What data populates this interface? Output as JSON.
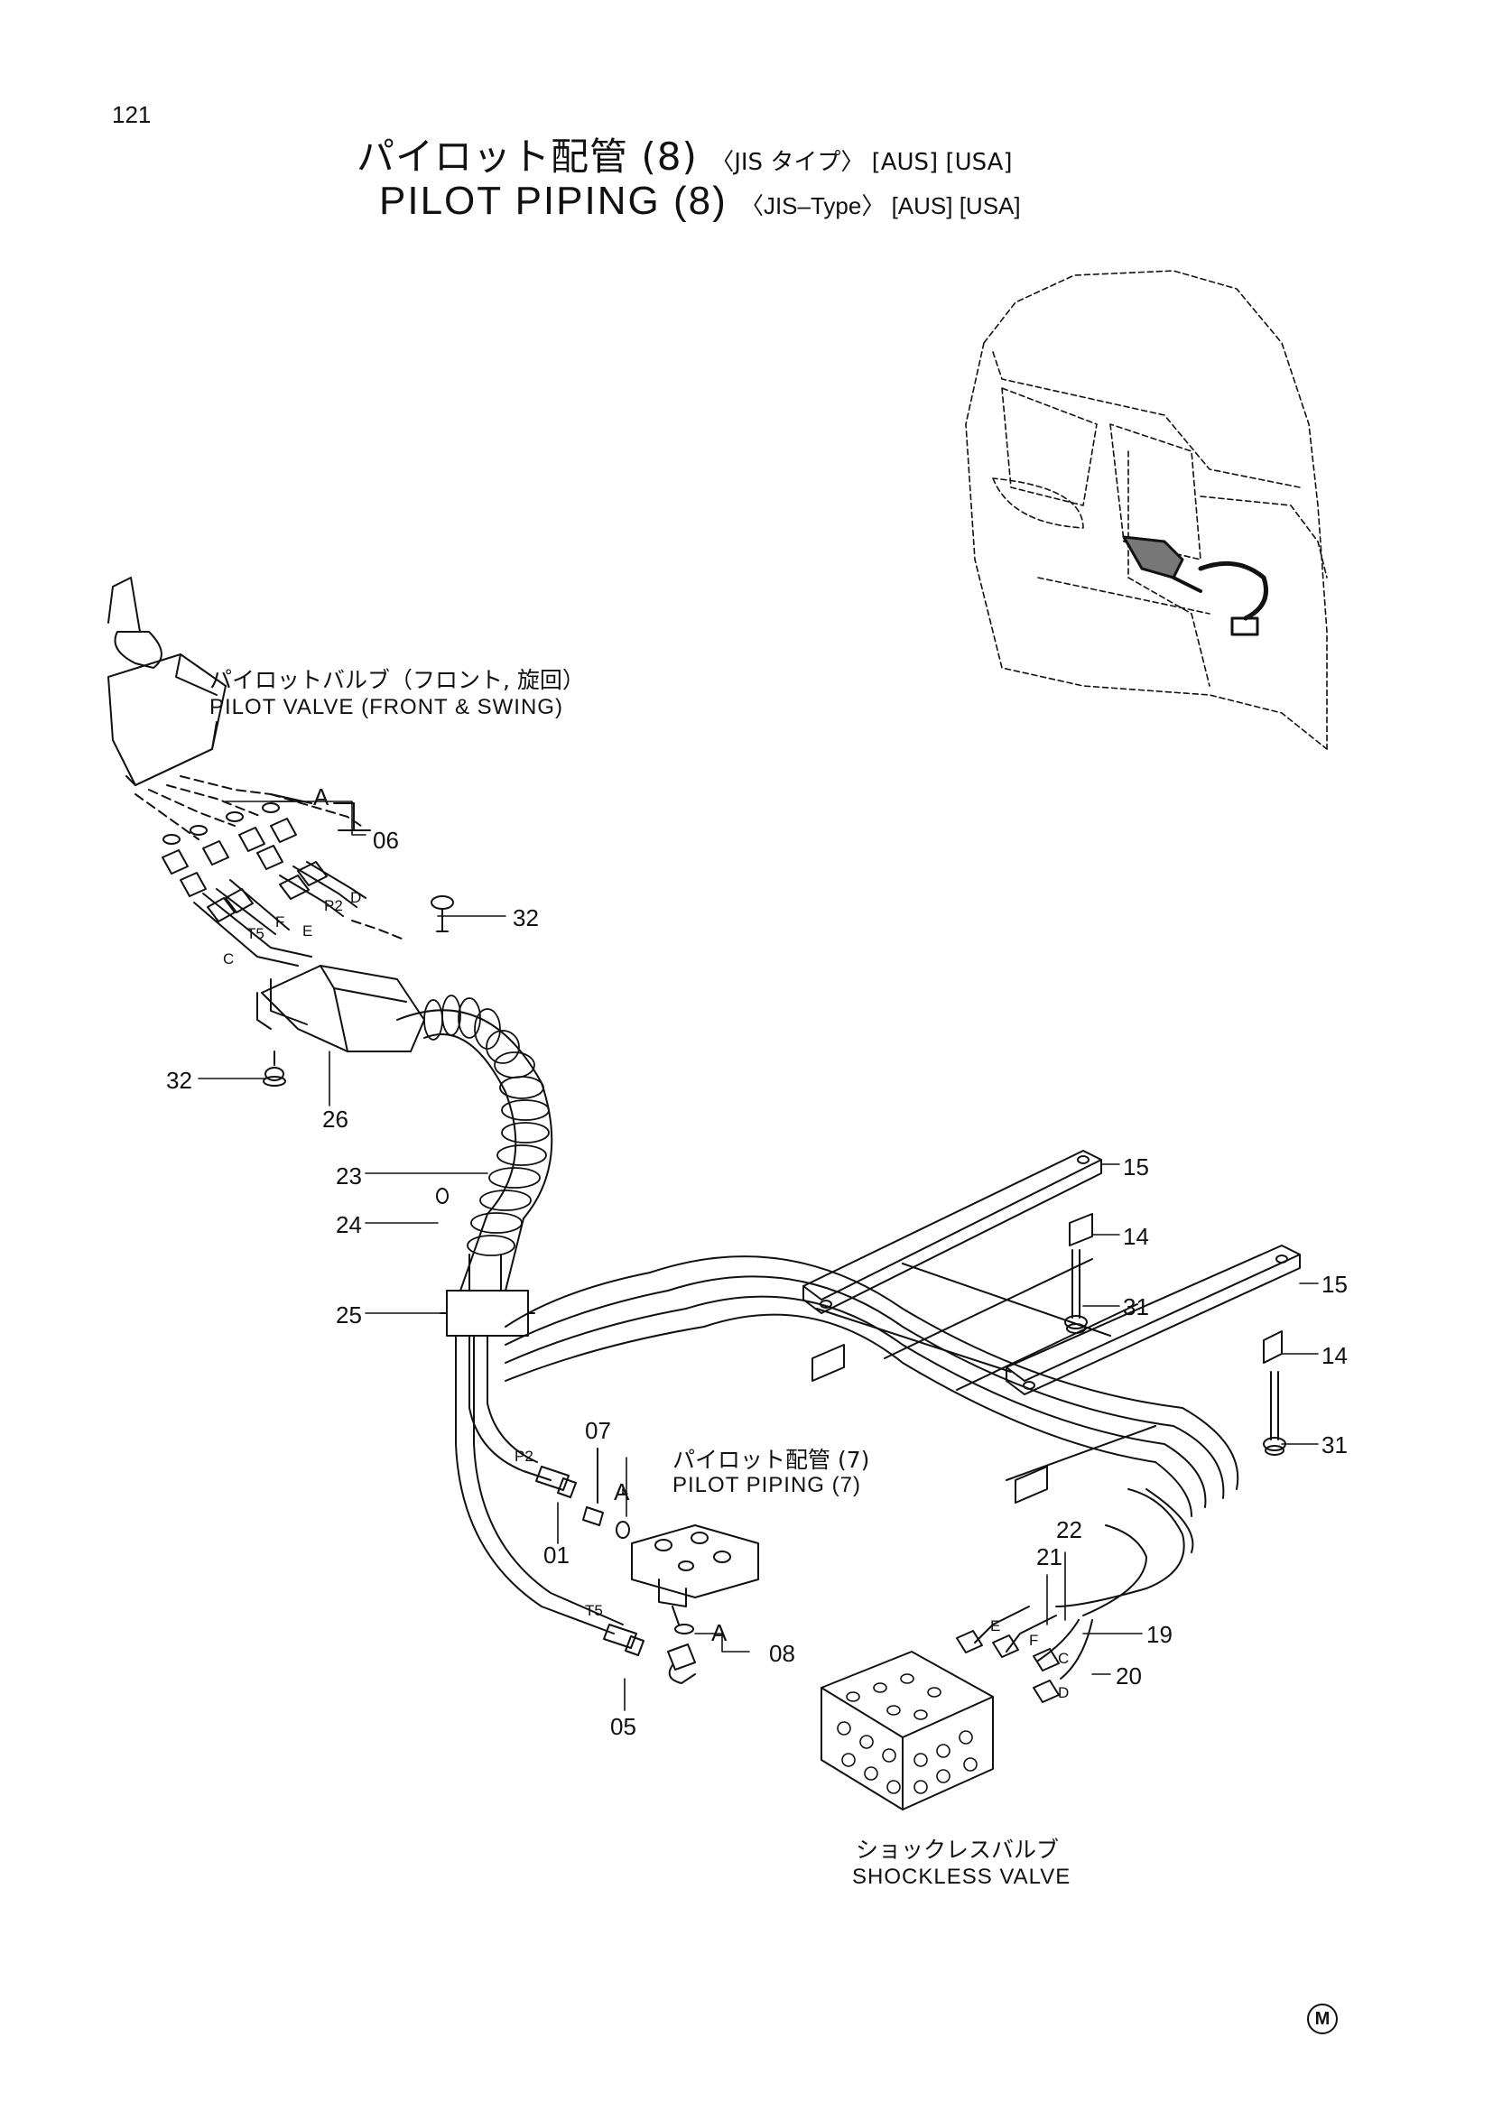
{
  "page_number": "121",
  "title": {
    "jp_main": "パイロット配管 (8)",
    "jp_sub": "〈JIS タイプ〉 [AUS] [USA]",
    "en_main": "PILOT PIPING (8)",
    "en_sub": "〈JIS–Type〉 [AUS] [USA]"
  },
  "component_labels": {
    "pilot_valve_jp": "パイロットバルブ（フロント, 旋回）",
    "pilot_valve_en": "PILOT VALVE (FRONT & SWING)",
    "pilot_piping_jp": "パイロット配管 (7)",
    "pilot_piping_en": "PILOT PIPING (7)",
    "shockless_jp": "ショックレスバルブ",
    "shockless_en": "SHOCKLESS VALVE"
  },
  "part_numbers": {
    "p01": "01",
    "p05": "05",
    "p06": "06",
    "p07": "07",
    "p08": "08",
    "p14a": "14",
    "p14b": "14",
    "p15a": "15",
    "p15b": "15",
    "p19": "19",
    "p20": "20",
    "p21": "21",
    "p22": "22",
    "p23": "23",
    "p24": "24",
    "p25": "25",
    "p26": "26",
    "p31a": "31",
    "p31b": "31",
    "p32a": "32",
    "p32b": "32"
  },
  "port_labels": {
    "A1": "A",
    "A2": "A",
    "A3": "A",
    "P2a": "P2",
    "P2b": "P2",
    "T5a": "T5",
    "T5b": "T5",
    "C1": "C",
    "C2": "C",
    "D1": "D",
    "D2": "D",
    "E1": "E",
    "E2": "E",
    "F1": "F",
    "F2": "F"
  },
  "footer_mark": "M"
}
